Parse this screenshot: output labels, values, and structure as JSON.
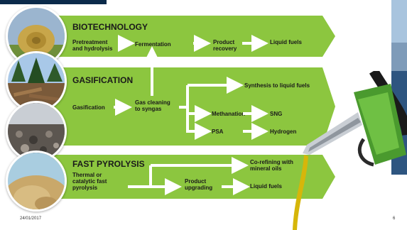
{
  "colors": {
    "band_green": "#8cc63f",
    "band_green_dark": "#6cab2c",
    "arrow": "#ffffff",
    "title_bar": "#0b2a4a",
    "fuel": "#d6b60a"
  },
  "bands": [
    {
      "title": "BIOTECHNOLOGY",
      "nodes": [
        {
          "name": "pretreatment-node",
          "text": "Pretreatment\nand hydrolysis"
        },
        {
          "name": "fermentation-node",
          "text": "Fermentation"
        },
        {
          "name": "product-recovery-node",
          "text": "Product\nrecovery"
        },
        {
          "name": "liquid-fuels-node",
          "text": "Liquid fuels"
        }
      ]
    },
    {
      "title": "GASIFICATION",
      "nodes": [
        {
          "name": "gasification-node",
          "text": "Gasification"
        },
        {
          "name": "gas-cleaning-node",
          "text": "Gas cleaning\nto syngas"
        },
        {
          "name": "synthesis-node",
          "text": "Synthesis to liquid fuels"
        },
        {
          "name": "methanation-node",
          "text": "Methanation"
        },
        {
          "name": "sng-node",
          "text": "SNG"
        },
        {
          "name": "psa-node",
          "text": "PSA"
        },
        {
          "name": "hydrogen-node",
          "text": "Hydrogen"
        }
      ]
    },
    {
      "title": "FAST PYROLYSIS",
      "nodes": [
        {
          "name": "thermal-pyrolysis-node",
          "text": "Thermal or\ncatalytic fast\npyrolysis"
        },
        {
          "name": "co-refining-node",
          "text": "Co-refining with\nmineral oils"
        },
        {
          "name": "product-upgrading-node",
          "text": "Product\nupgrading"
        },
        {
          "name": "liquid-fuels-node-2",
          "text": "Liquid fuels"
        }
      ]
    }
  ],
  "footer": {
    "date": "24/01/2017",
    "page_number": "6"
  },
  "icons": [
    "straw-bale-photo",
    "forest-residue-photo",
    "wood-chips-photo",
    "sawdust-photo",
    "fuel-nozzle-icon"
  ]
}
